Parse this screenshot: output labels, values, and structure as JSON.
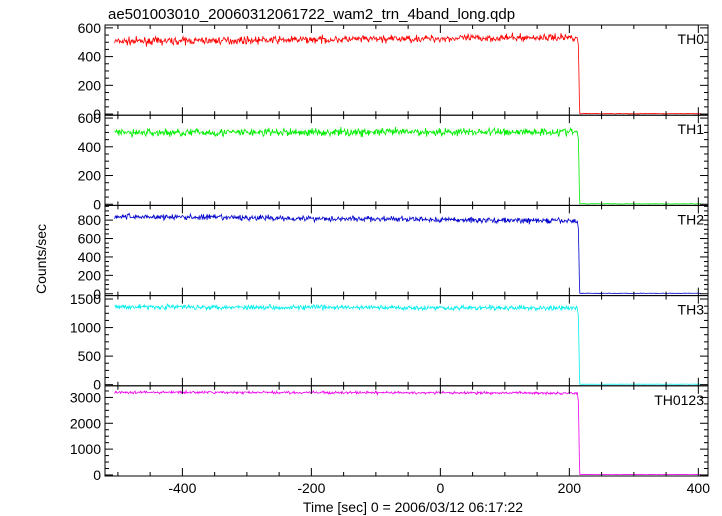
{
  "chart_data": {
    "type": "line",
    "title": "ae501003010_20060312061722_wam2_trn_4band_long.qdp",
    "xlabel": "Time [sec] 0 = 2006/03/12 06:17:22",
    "ylabel": "Counts/sec",
    "xlim": [
      -520,
      415
    ],
    "x_ticks": [
      -400,
      -200,
      0,
      200,
      400
    ],
    "drop_time": 213,
    "panels": [
      {
        "name": "TH0",
        "color": "#ff0000",
        "ylim": [
          -8,
          620
        ],
        "y_ticks": [
          0,
          200,
          400,
          600
        ],
        "start": 505,
        "end": 535,
        "noise": 18,
        "post": 3,
        "series": [
          {
            "x": [
              -505,
              -400,
              -300,
              -200,
              -100,
              0,
              100,
              200,
              213,
              220,
              405
            ],
            "values": [
              505,
              510,
              515,
              515,
              520,
              525,
              530,
              535,
              530,
              3,
              3
            ]
          }
        ]
      },
      {
        "name": "TH1",
        "color": "#00ee00",
        "ylim": [
          -8,
          620
        ],
        "y_ticks": [
          0,
          200,
          400,
          600
        ],
        "start": 498,
        "end": 505,
        "noise": 20,
        "post": 3,
        "series": [
          {
            "x": [
              -505,
              -400,
              -300,
              -200,
              -100,
              0,
              100,
              200,
              213,
              220,
              405
            ],
            "values": [
              498,
              500,
              500,
              502,
              500,
              503,
              502,
              505,
              500,
              3,
              3
            ]
          }
        ]
      },
      {
        "name": "TH2",
        "color": "#0000cc",
        "ylim": [
          -20,
          960
        ],
        "y_ticks": [
          0,
          200,
          400,
          600,
          800
        ],
        "start": 840,
        "end": 790,
        "noise": 22,
        "post": 5,
        "series": [
          {
            "x": [
              -505,
              -400,
              -300,
              -200,
              -100,
              0,
              100,
              200,
              213,
              220,
              405
            ],
            "values": [
              840,
              835,
              830,
              825,
              818,
              810,
              802,
              792,
              790,
              5,
              5
            ]
          }
        ]
      },
      {
        "name": "TH3",
        "color": "#00eeee",
        "ylim": [
          -20,
          1560
        ],
        "y_ticks": [
          0,
          500,
          1000,
          1500
        ],
        "start": 1365,
        "end": 1340,
        "noise": 30,
        "post": 8,
        "series": [
          {
            "x": [
              -505,
              -400,
              -300,
              -200,
              -100,
              0,
              100,
              200,
              213,
              220,
              405
            ],
            "values": [
              1365,
              1362,
              1358,
              1355,
              1352,
              1348,
              1345,
              1340,
              1340,
              8,
              8
            ]
          }
        ]
      },
      {
        "name": "TH0123",
        "color": "#ee00ee",
        "ylim": [
          -40,
          3450
        ],
        "y_ticks": [
          0,
          1000,
          2000,
          3000
        ],
        "start": 3200,
        "end": 3170,
        "noise": 35,
        "post": 20,
        "series": [
          {
            "x": [
              -505,
              -400,
              -300,
              -200,
              -100,
              0,
              100,
              200,
              213,
              220,
              405
            ],
            "values": [
              3200,
              3198,
              3195,
              3190,
              3185,
              3180,
              3175,
              3170,
              3170,
              20,
              20
            ]
          }
        ]
      }
    ],
    "grid": false,
    "legend": "none"
  }
}
